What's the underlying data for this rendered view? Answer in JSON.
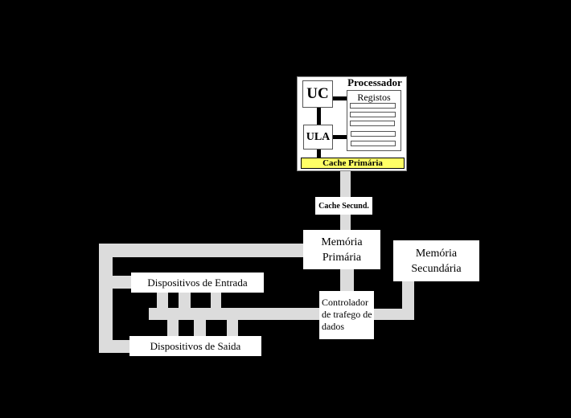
{
  "diagram": {
    "processor": {
      "title": "Processador",
      "control_unit": "UC",
      "alu": "ULA",
      "registers": {
        "title": "Registos",
        "count": 5
      },
      "primary_cache": "Cache Primária"
    },
    "secondary_cache": "Cache Secund.",
    "primary_memory": {
      "line1": "Memória",
      "line2": "Primária"
    },
    "secondary_memory": {
      "line1": "Memória",
      "line2": "Secundária"
    },
    "input_devices": "Dispositivos de Entrada",
    "output_devices": "Dispositivos de Saida",
    "traffic_controller": {
      "line1": "Controlador",
      "line2": "de trafego de",
      "line3": "dados"
    }
  },
  "colors": {
    "background": "#000000",
    "bus": "#dcdcdc",
    "box": "#ffffff",
    "cache_primary": "#ffff66"
  }
}
